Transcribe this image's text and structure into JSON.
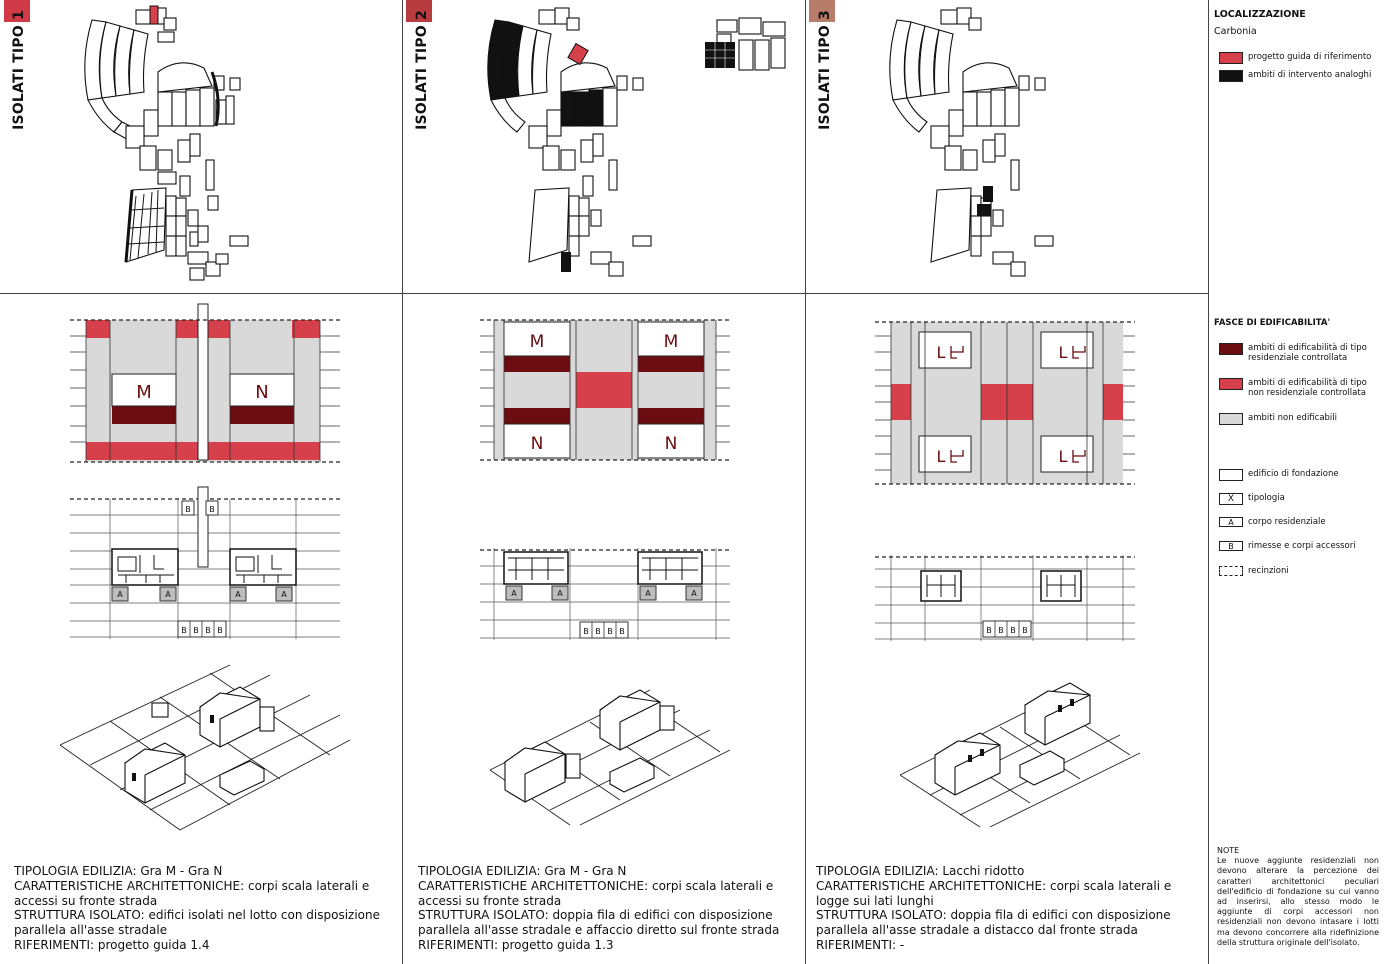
{
  "panels": [
    {
      "title": "ISOLATI TIPO 1",
      "tag_color": "#ce3b47",
      "lot_letters": [
        "M",
        "N"
      ],
      "lines": [
        "TIPOLOGIA EDILIZIA: Gra M - Gra N",
        "CARATTERISTICHE ARCHITETTONICHE: corpi scala laterali e accessi su fronte strada",
        "STRUTTURA ISOLATO: edifici isolati nel lotto con disposizione parallela all'asse stradale",
        "RIFERIMENTI: progetto guida 1.4"
      ]
    },
    {
      "title": "ISOLATI TIPO 2",
      "tag_color": "#b83b40",
      "lot_letters": [
        "M",
        "M",
        "N",
        "N"
      ],
      "lines": [
        "TIPOLOGIA EDILIZIA: Gra M - Gra N",
        "CARATTERISTICHE ARCHITETTONICHE: corpi scala laterali e accessi su fronte strada",
        "STRUTTURA ISOLATO: doppia fila di edifici con disposizione parallela all'asse stradale e affaccio diretto sul fronte strada",
        "RIFERIMENTI: progetto guida 1.3"
      ]
    },
    {
      "title": "ISOLATI TIPO 3",
      "tag_color": "#b77c6a",
      "lot_letters": [
        "L",
        "L",
        "L",
        "L"
      ],
      "lines": [
        "TIPOLOGIA EDILIZIA: Lacchi ridotto",
        "CARATTERISTICHE ARCHITETTONICHE: corpi scala laterali e logge sui lati lunghi",
        "STRUTTURA ISOLATO: doppia fila di edifici con disposizione parallela all'asse stradale a distacco dal fronte strada",
        "RIFERIMENTI: -"
      ]
    }
  ],
  "plan_labels": {
    "residential": "A",
    "annex": "B"
  },
  "sidebar": {
    "localizzazione_title": "LOCALIZZAZIONE",
    "localizzazione_place": "Carbonia",
    "map_legend": [
      {
        "label": "progetto guida di riferimento",
        "color": "#d5404b"
      },
      {
        "label": "ambiti di intervento analoghi",
        "color": "#111111"
      }
    ],
    "fasce_title": "FASCE DI EDIFICABILITA'",
    "fasce_legend": [
      {
        "label": "ambiti di edificabilità di tipo residenziale controllata",
        "color": "#6b0d10"
      },
      {
        "label": "ambiti di edificabilità di tipo non residenziale controllata",
        "color": "#d5404b"
      },
      {
        "label": "ambiti non edificabili",
        "color": "#d9d9d9"
      }
    ],
    "symbol_legend": [
      {
        "label": "edificio di fondazione",
        "symbol": ""
      },
      {
        "label": "tipologia",
        "symbol": "X"
      },
      {
        "label": "corpo residenziale",
        "symbol": "A"
      },
      {
        "label": "rimesse e corpi accessori",
        "symbol": "B"
      },
      {
        "label": "recinzioni",
        "symbol": ""
      }
    ],
    "note_title": "NOTE",
    "note_text": "Le nuove aggiunte residenziali non devono alterare la percezione dei caratteri architettonici peculiari dell'edificio di fondazione su cui vanno ad inserirsi, allo stesso modo le aggiunte di corpi accessori non residenziali non devono intasare i lotti ma devono concorrere alla ridefinizione della struttura originale dell'isolato."
  }
}
